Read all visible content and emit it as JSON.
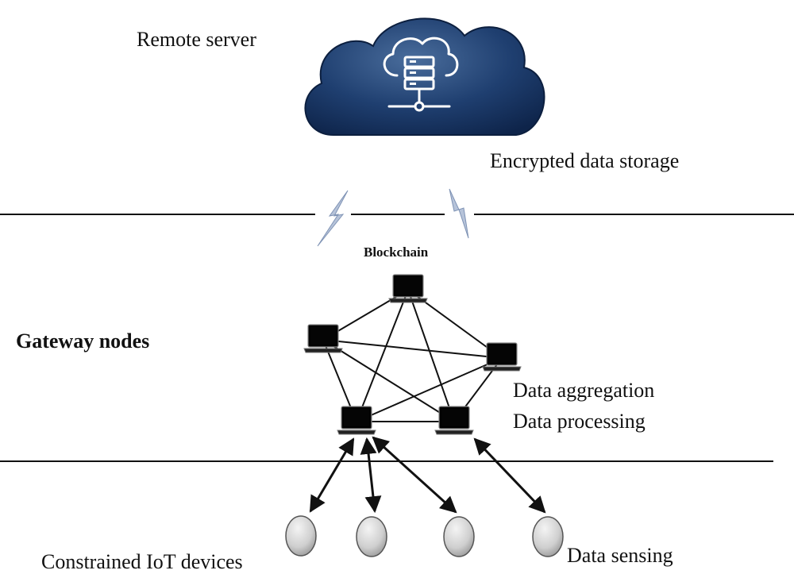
{
  "labels": {
    "remote_server": "Remote server",
    "encrypted_storage": "Encrypted data storage",
    "blockchain": "Blockchain",
    "gateway_nodes": "Gateway nodes",
    "data_aggregation": "Data aggregation",
    "data_processing": "Data processing",
    "constrained_iot": "Constrained IoT devices",
    "data_sensing": "Data sensing"
  },
  "icons": {
    "cloud": "cloud-server-icon",
    "wireless": "lightning-wireless-icon",
    "laptop": "laptop-icon",
    "device": "iot-device-icon"
  },
  "colors": {
    "cloud_dark": "#102a52",
    "cloud_light": "#3d5f8f",
    "bolt": "#9fb0cc",
    "line": "#111111",
    "device_fill": "#d8d8d8"
  }
}
